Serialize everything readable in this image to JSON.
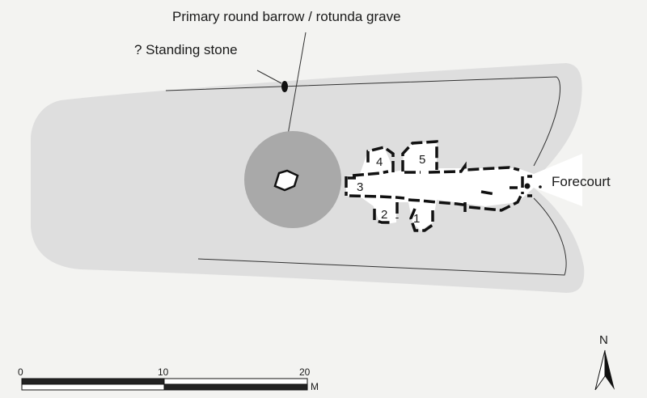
{
  "labels": {
    "barrow": "Primary round barrow / rotunda grave",
    "standing_stone": "? Standing stone",
    "forecourt": "Forecourt"
  },
  "chambers": [
    "1",
    "2",
    "3",
    "4",
    "5"
  ],
  "scale_bar": {
    "ticks": [
      "0",
      "10",
      "20"
    ],
    "unit": "M"
  },
  "north_arrow": {
    "label": "N"
  },
  "colors": {
    "mound": "#dedede",
    "barrow": "#a9a9a9",
    "chamber": "#ffffff",
    "background": "#f3f3f1"
  }
}
